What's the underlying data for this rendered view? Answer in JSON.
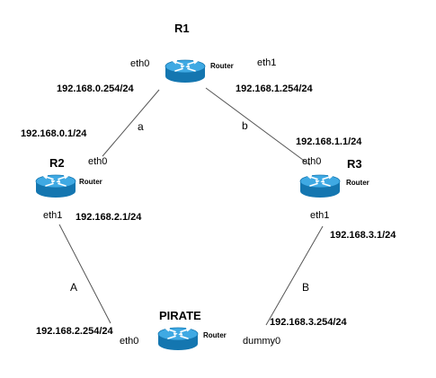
{
  "colors": {
    "router_body": "#1a8fd0",
    "router_top": "#3fa9e3",
    "router_side": "#1476b0",
    "arrow": "#ffffff",
    "line": "#555555",
    "text": "#000000"
  },
  "icon": "router-icon",
  "nodes": {
    "r1": {
      "name": "R1",
      "type": "Router"
    },
    "r2": {
      "name": "R2",
      "type": "Router"
    },
    "r3": {
      "name": "R3",
      "type": "Router"
    },
    "pirate": {
      "name": "PIRATE",
      "type": "Router"
    }
  },
  "links": {
    "a": {
      "label": "a"
    },
    "b": {
      "label": "b"
    },
    "A": {
      "label": "A"
    },
    "B": {
      "label": "B"
    }
  },
  "interfaces": {
    "r1_eth0": {
      "name": "eth0",
      "ip": "192.168.0.254/24"
    },
    "r1_eth1": {
      "name": "eth1",
      "ip": "192.168.1.254/24"
    },
    "r2_eth0": {
      "name": "eth0",
      "ip": "192.168.0.1/24"
    },
    "r2_eth1": {
      "name": "eth1",
      "ip": "192.168.2.1/24"
    },
    "r3_eth0": {
      "name": "eth0",
      "ip": "192.168.1.1/24"
    },
    "r3_eth1": {
      "name": "eth1",
      "ip": "192.168.3.1/24"
    },
    "pirate_eth0": {
      "name": "eth0",
      "ip": "192.168.2.254/24"
    },
    "pirate_dummy0": {
      "name": "dummy0",
      "ip": "192.168.3.254/24"
    }
  }
}
